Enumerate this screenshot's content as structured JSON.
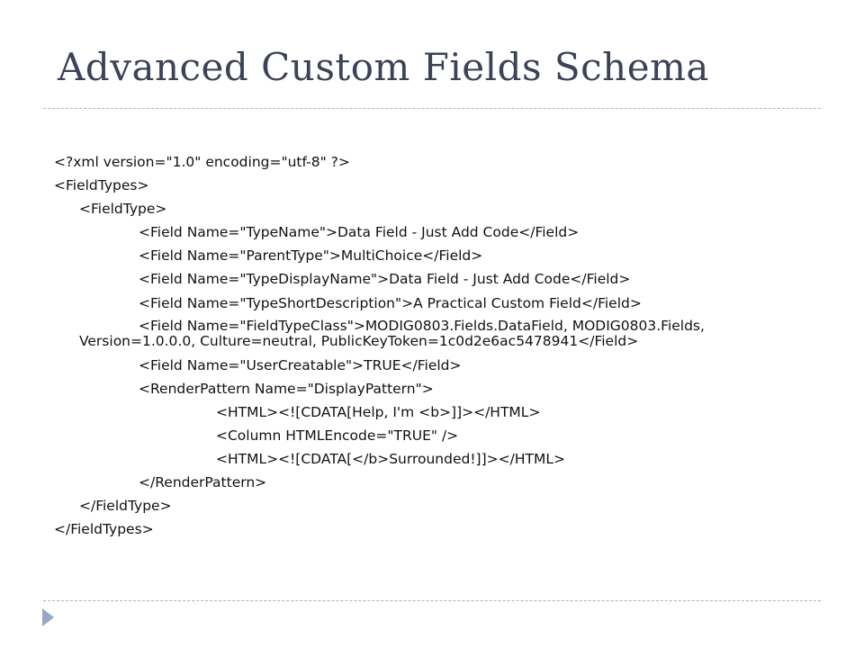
{
  "slide": {
    "title": "Advanced Custom Fields Schema",
    "lines": [
      {
        "indent": 0,
        "text": "<?xml version=\"1.0\" encoding=\"utf-8\" ?>"
      },
      {
        "indent": 0,
        "text": "<FieldTypes>"
      },
      {
        "indent": 1,
        "text": "<FieldType>"
      },
      {
        "indent": 2,
        "pre": "<Field Name=\"TypeName\">",
        "value": "Data Field - Just Add Code",
        "post": "</Field>"
      },
      {
        "indent": 2,
        "pre": "<Field Name=\"ParentType\">",
        "value": "MultiChoice",
        "post": "</Field>"
      },
      {
        "indent": 2,
        "pre": "<Field Name=\"TypeDisplayName\">",
        "value": "Data Field - Just Add Code",
        "post": "</Field>"
      },
      {
        "indent": 2,
        "pre": "<Field Name=\"TypeShortDescription\">",
        "value": "A Practical Custom Field",
        "post": "</Field>"
      },
      {
        "indent": 2,
        "pre": "<Field Name=\"FieldTypeClass\">",
        "value": "MODIG0803.Fields.DataField, MODIG0803.Fields, Version=1.0.0.0, Culture=neutral, PublicKeyToken=1c0d2e6ac5478941",
        "post": "</Field>",
        "wrap": true
      },
      {
        "indent": 2,
        "pre": "<Field Name=\"UserCreatable\">",
        "value": "TRUE",
        "post": "</Field>"
      },
      {
        "indent": 2,
        "text": "<RenderPattern Name=\"DisplayPattern\">"
      },
      {
        "indent": 3,
        "text": "<HTML><![CDATA[Help, I'm <b>]]></HTML>"
      },
      {
        "indent": 3,
        "text": "<Column HTMLEncode=\"TRUE\" />"
      },
      {
        "indent": 3,
        "text": "<HTML><![CDATA[</b>Surrounded!]]></HTML>"
      },
      {
        "indent": 2,
        "text": "</RenderPattern>"
      },
      {
        "indent": 1,
        "text": "</FieldType>"
      },
      {
        "indent": 0,
        "text": "</FieldTypes>"
      }
    ]
  },
  "navigation": {
    "icon": "triangle-right-icon",
    "icon_color": "#93a9c4"
  },
  "colors": {
    "title": "#3c4356",
    "rule": "#9fb9c8",
    "text": "#111111"
  }
}
